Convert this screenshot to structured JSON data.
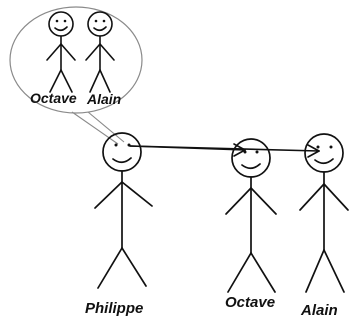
{
  "labels": {
    "bubble_left": "Octave",
    "bubble_right": "Alain",
    "main_left": "Philippe",
    "main_middle": "Octave",
    "main_right": "Alain"
  },
  "colors": {
    "ink": "#111111",
    "bubble_stroke": "#8a8a8a",
    "background": "#ffffff"
  }
}
